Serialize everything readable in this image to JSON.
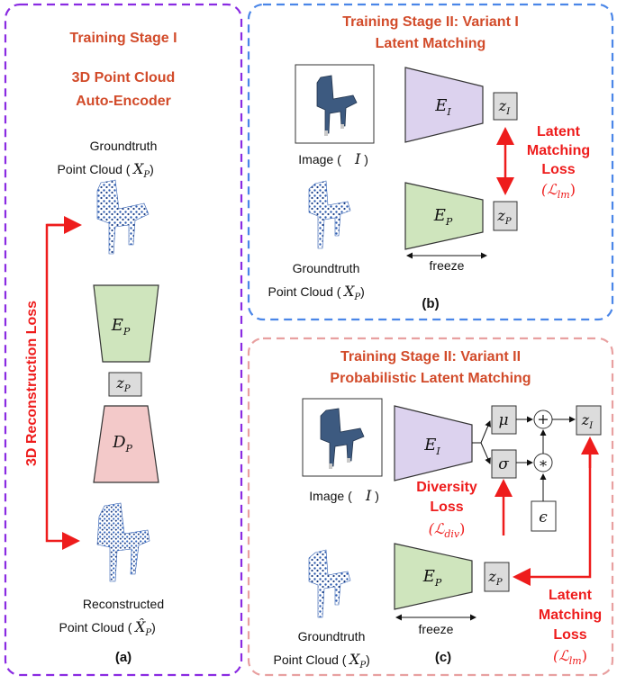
{
  "panel_a": {
    "title_line1": "Training Stage I",
    "title_line2": "3D Point Cloud",
    "title_line3": "Auto-Encoder",
    "gt_label_line1": "Groundtruth",
    "gt_label_line2": "Point Cloud (",
    "gt_var": "X",
    "gt_var_sub": "P",
    "encoder": "E",
    "encoder_sub": "P",
    "latent": "z",
    "latent_sub": "P",
    "decoder": "D",
    "decoder_sub": "P",
    "loss_label": "3D Reconstruction Loss",
    "recon_label_line1": "Reconstructed",
    "recon_label_line2": "Point Cloud (",
    "recon_var": "X̂",
    "recon_var_sub": "P",
    "caption": "(a)"
  },
  "panel_b": {
    "title_line1": "Training Stage II: Variant I",
    "title_line2": "Latent Matching",
    "image_label": "Image (",
    "image_var": "I",
    "encoder_i": "E",
    "encoder_i_sub": "I",
    "latent_i": "z",
    "latent_i_sub": "I",
    "encoder_p": "E",
    "encoder_p_sub": "P",
    "latent_p": "z",
    "latent_p_sub": "P",
    "freeze": "freeze",
    "loss_line1": "Latent",
    "loss_line2": "Matching",
    "loss_line3": "Loss",
    "loss_symbol": "(ℒ",
    "loss_symbol_sub": "lm",
    "gt_label_line1": "Groundtruth",
    "gt_label_line2": "Point Cloud (",
    "gt_var": "X",
    "gt_var_sub": "P",
    "caption": "(b)"
  },
  "panel_c": {
    "title_line1": "Training Stage II: Variant II",
    "title_line2": "Probabilistic Latent Matching",
    "image_label": "Image (",
    "image_var": "I",
    "encoder_i": "E",
    "encoder_i_sub": "I",
    "mu": "μ",
    "sigma": "σ",
    "plus": "+",
    "times": "∗",
    "epsilon": "ϵ",
    "latent_i": "z",
    "latent_i_sub": "I",
    "diversity_line1": "Diversity",
    "diversity_line2": "Loss",
    "diversity_symbol": "(ℒ",
    "diversity_symbol_sub": "div",
    "encoder_p": "E",
    "encoder_p_sub": "P",
    "latent_p": "z",
    "latent_p_sub": "P",
    "freeze": "freeze",
    "loss_line1": "Latent",
    "loss_line2": "Matching",
    "loss_line3": "Loss",
    "loss_symbol": "(ℒ",
    "loss_symbol_sub": "lm",
    "gt_label_line1": "Groundtruth",
    "gt_label_line2": "Point Cloud (",
    "gt_var": "X",
    "gt_var_sub": "P",
    "caption": "(c)"
  },
  "colors": {
    "panel_a_border": "#8a2be2",
    "panel_b_border": "#4a86e8",
    "panel_c_border": "#e8a0a0",
    "title": "#d24b2a",
    "loss_red": "#ee1c1c",
    "encoder_image": "#dcd2ee",
    "encoder_point": "#cfe5bd",
    "decoder": "#f3c9c9",
    "latent_box": "#dcdcdc",
    "point_cloud": "#2f5db0"
  }
}
